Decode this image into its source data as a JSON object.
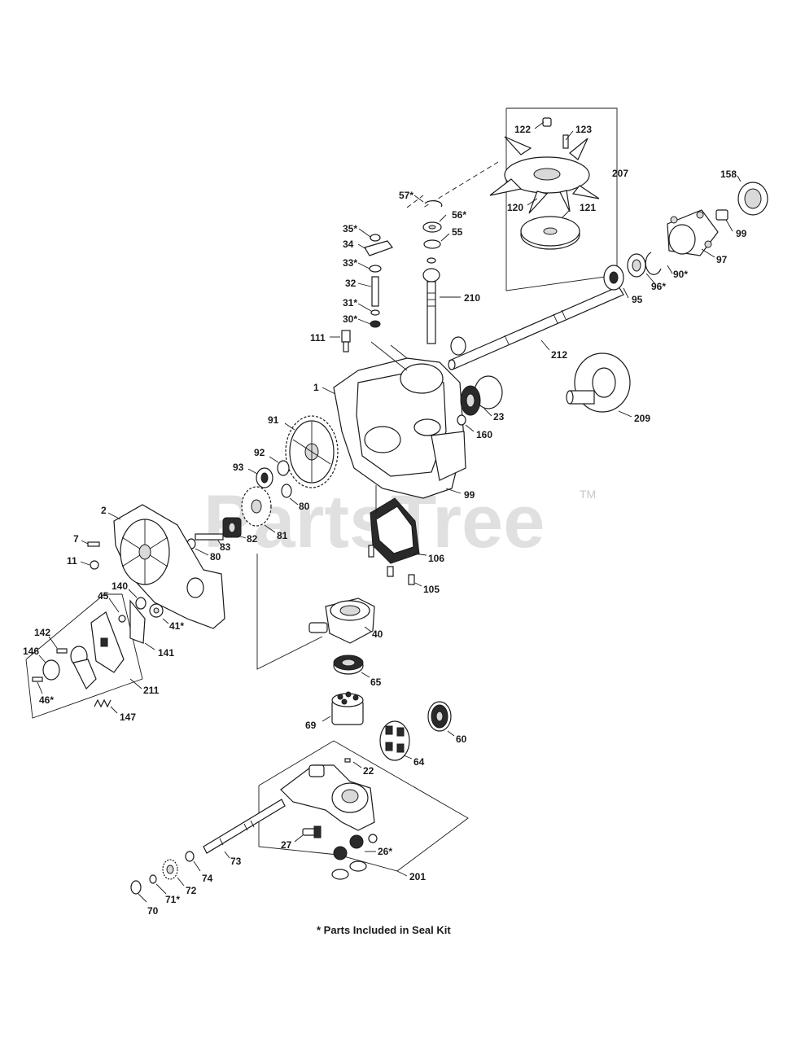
{
  "watermark": {
    "text": "PartsTree",
    "tm": "TM"
  },
  "footnote": "* Parts Included in Seal Kit",
  "labels": {
    "l1": "1",
    "l2": "2",
    "l7": "7",
    "l11": "11",
    "l22": "22",
    "l23": "23",
    "l26": "26*",
    "l27": "27",
    "l30": "30*",
    "l31": "31*",
    "l32": "32",
    "l33": "33*",
    "l34": "34",
    "l35": "35*",
    "l40": "40",
    "l41": "41*",
    "l45": "45",
    "l46": "46*",
    "l55": "55",
    "l56": "56*",
    "l57": "57*",
    "l60": "60",
    "l64": "64",
    "l65": "65",
    "l69": "69",
    "l70": "70",
    "l71": "71*",
    "l72": "72",
    "l73": "73",
    "l74": "74",
    "l80a": "80",
    "l80b": "80",
    "l81": "81",
    "l82": "82",
    "l83": "83",
    "l90": "90*",
    "l91": "91",
    "l92": "92",
    "l93": "93",
    "l95": "95",
    "l96": "96*",
    "l97": "97",
    "l99a": "99",
    "l99b": "99",
    "l105": "105",
    "l106": "106",
    "l111": "111",
    "l120": "120",
    "l121": "121",
    "l122": "122",
    "l123": "123",
    "l140": "140",
    "l141": "141",
    "l142": "142",
    "l146": "146",
    "l147": "147",
    "l158": "158",
    "l160": "160",
    "l201": "201",
    "l207": "207",
    "l209": "209",
    "l210": "210",
    "l211": "211",
    "l212": "212"
  }
}
